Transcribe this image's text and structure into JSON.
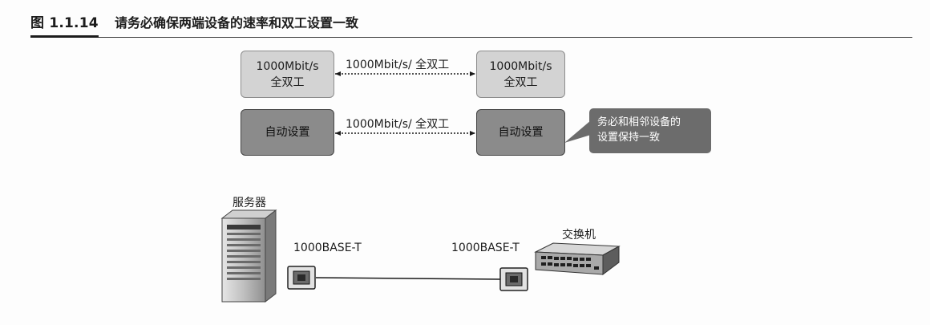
{
  "caption": {
    "number": "图 1.1.14",
    "text": "请务必确保两端设备的速率和双工设置一致"
  },
  "top_row": {
    "left_box": {
      "line1": "1000Mbit/s",
      "line2": "全双工"
    },
    "link_label": "1000Mbit/s/ 全双工",
    "right_box": {
      "line1": "1000Mbit/s",
      "line2": "全双工"
    }
  },
  "bottom_row": {
    "left_box": "自动设置",
    "link_label": "1000Mbit/s/ 全双工",
    "right_box": "自动设置"
  },
  "callout": {
    "line1": "务必和相邻设备的",
    "line2": "设置保持一致"
  },
  "network": {
    "server_label": "服务器",
    "server_port_label": "1000BASE-T",
    "switch_port_label": "1000BASE-T",
    "switch_label": "交换机"
  },
  "colors": {
    "light_box": "#d3d3d3",
    "dark_box": "#8b8b8b",
    "callout": "#6c6c6c"
  }
}
